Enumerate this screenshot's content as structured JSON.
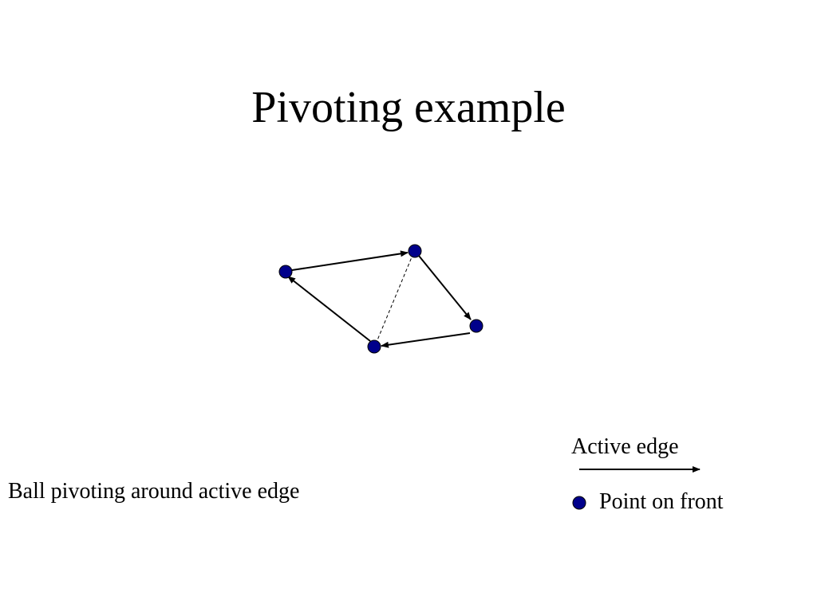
{
  "slide": {
    "title": "Pivoting example",
    "caption": "Ball pivoting around active edge"
  },
  "legend": {
    "active_edge_label": "Active edge",
    "point_label": "Point on front"
  },
  "colors": {
    "point_fill": "#00008b",
    "edge_stroke": "#000000",
    "background": "#ffffff"
  },
  "diagram": {
    "points": [
      "a",
      "b",
      "c",
      "d"
    ],
    "active_edges": [
      {
        "from": "a",
        "to": "b"
      },
      {
        "from": "b",
        "to": "c"
      },
      {
        "from": "c",
        "to": "d"
      },
      {
        "from": "d",
        "to": "a"
      }
    ],
    "pivot_edge": {
      "from": "b",
      "to": "d",
      "style": "dashed"
    }
  }
}
